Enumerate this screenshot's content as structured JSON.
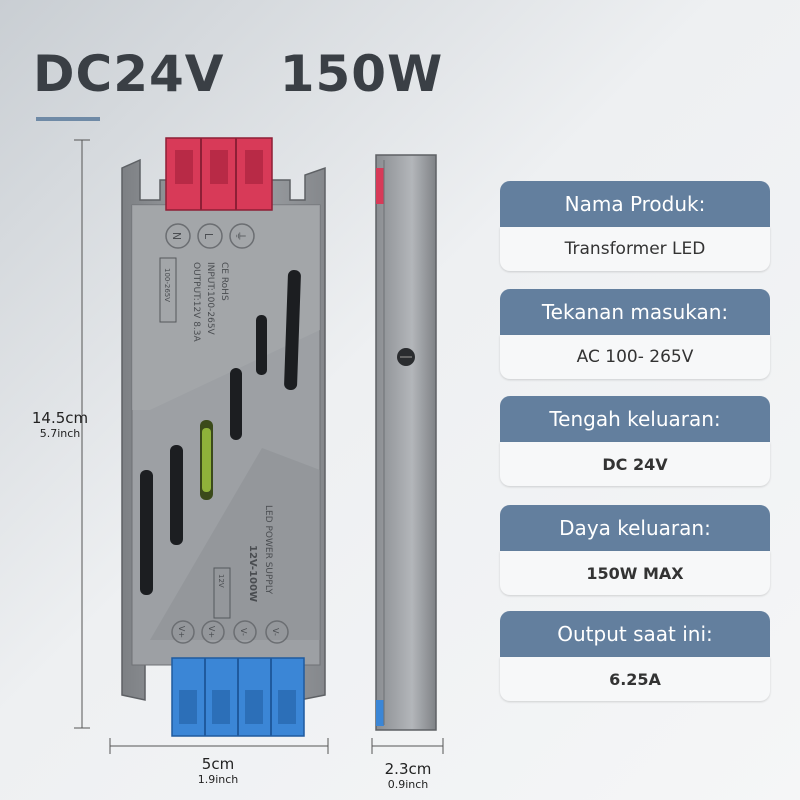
{
  "headline": {
    "voltage": "DC24V",
    "power": "150W"
  },
  "colors": {
    "card_header": "#637f9e",
    "terminal_red": "#d83a58",
    "terminal_blue": "#3b86d6",
    "case_gray": "#8f9296"
  },
  "dimensions": {
    "height": {
      "main": "14.5cm",
      "sub": "5.7inch"
    },
    "width": {
      "main": "5cm",
      "sub": "1.9inch"
    },
    "depth": {
      "main": "2.3cm",
      "sub": "0.9inch"
    }
  },
  "device_labels": {
    "certs": "CE RoHS",
    "input": "INPUT:100-265V",
    "output": "OUTPUT:12V 8.3A",
    "range": "100-265V",
    "title": "LED POWER SUPPLY",
    "model": "12V-100W",
    "out_tag": "12V",
    "terminals_top": [
      "N",
      "L",
      "⏚"
    ],
    "terminals_bottom": [
      "V+",
      "V+",
      "V-",
      "V-"
    ]
  },
  "specs": [
    {
      "label": "Nama Produk:",
      "value": "Transformer LED"
    },
    {
      "label": "Tekanan masukan:",
      "value": "AC 100- 265V"
    },
    {
      "label": "Tengah keluaran:",
      "value": "DC 24V"
    },
    {
      "label": "Daya keluaran:",
      "value": "150W MAX"
    },
    {
      "label": "Output saat ini:",
      "value": "6.25A"
    }
  ]
}
